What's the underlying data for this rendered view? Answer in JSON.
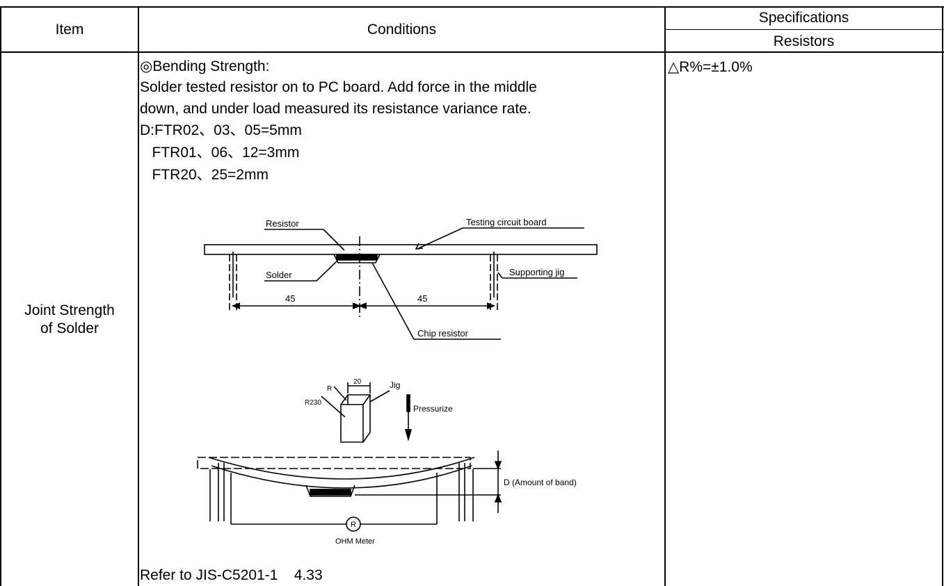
{
  "header": {
    "item": "Item",
    "conditions": "Conditions",
    "specifications": "Specifications",
    "resistors": "Resistors"
  },
  "row": {
    "item_line1": "Joint Strength",
    "item_line2": "of Solder",
    "conditions": {
      "title": "◎Bending Strength:",
      "lines": [
        "Solder tested resistor on to PC board. Add force in the middle",
        "down, and under load measured its resistance variance rate.",
        "D:FTR02、03、05=5mm",
        "   FTR01、06、12=3mm",
        "   FTR20、25=2mm"
      ],
      "reference": "Refer to JIS-C5201-1    4.33"
    },
    "spec": "△R%=±1.0%"
  },
  "diagram": {
    "top": {
      "resistor": "Resistor",
      "testing_board": "Testing circuit board",
      "solder": "Solder",
      "supporting_jig": "Supporting jig",
      "dim_left": "45",
      "dim_right": "45",
      "chip_resistor": "Chip resistor"
    },
    "bottom": {
      "dim_20": "20",
      "r": "R",
      "r230": "R230",
      "jig": "Jig",
      "pressurize": "Pressurize",
      "amount_of_band": "D (Amount of band)",
      "meter_symbol": "R",
      "ohm_meter": "OHM Meter"
    }
  }
}
